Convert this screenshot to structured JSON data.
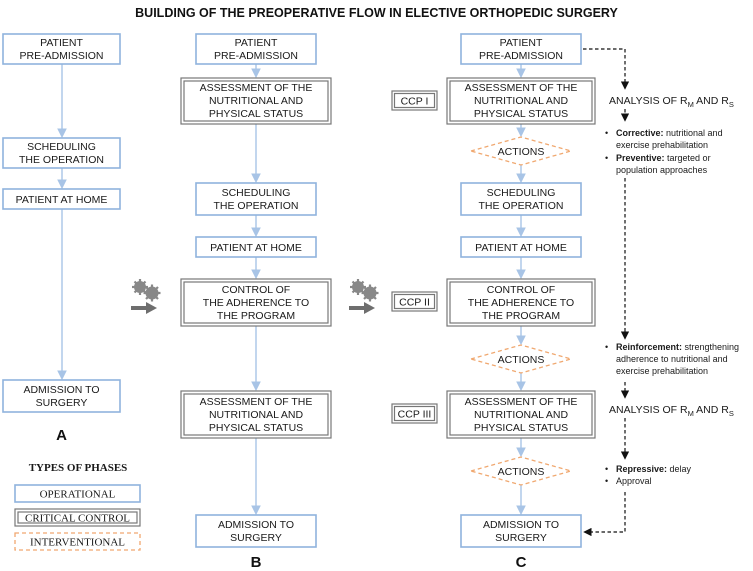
{
  "title": "BUILDING OF THE PREOPERATIVE FLOW IN ELECTIVE ORTHOPEDIC SURGERY",
  "columns": {
    "a": {
      "letter": "A",
      "boxes": {
        "pre_admission": [
          "PATIENT",
          "PRE-ADMISSION"
        ],
        "scheduling": [
          "SCHEDULING",
          "THE OPERATION"
        ],
        "at_home": "PATIENT AT HOME",
        "admission": [
          "ADMISSION TO",
          "SURGERY"
        ]
      }
    },
    "b": {
      "letter": "B",
      "boxes": {
        "pre_admission": [
          "PATIENT",
          "PRE-ADMISSION"
        ],
        "assessment1": [
          "ASSESSMENT OF THE",
          "NUTRITIONAL AND",
          "PHYSICAL STATUS"
        ],
        "scheduling": [
          "SCHEDULING",
          "THE OPERATION"
        ],
        "at_home": "PATIENT AT HOME",
        "control": [
          "CONTROL OF",
          "THE ADHERENCE TO",
          "THE PROGRAM"
        ],
        "assessment2": [
          "ASSESSMENT OF THE",
          "NUTRITIONAL AND",
          "PHYSICAL STATUS"
        ],
        "admission": [
          "ADMISSION TO",
          "SURGERY"
        ]
      }
    },
    "c": {
      "letter": "C",
      "boxes": {
        "pre_admission": [
          "PATIENT",
          "PRE-ADMISSION"
        ],
        "assessment1": [
          "ASSESSMENT OF THE",
          "NUTRITIONAL AND",
          "PHYSICAL STATUS"
        ],
        "actions1": "ACTIONS",
        "scheduling": [
          "SCHEDULING",
          "THE OPERATION"
        ],
        "at_home": "PATIENT AT HOME",
        "control": [
          "CONTROL OF",
          "THE ADHERENCE TO",
          "THE PROGRAM"
        ],
        "actions2": "ACTIONS",
        "assessment2": [
          "ASSESSMENT OF THE",
          "NUTRITIONAL AND",
          "PHYSICAL STATUS"
        ],
        "actions3": "ACTIONS",
        "admission": [
          "ADMISSION TO",
          "SURGERY"
        ]
      },
      "ccp": {
        "ccp1": "CCP I",
        "ccp2": "CCP II",
        "ccp3": "CCP III"
      }
    }
  },
  "side": {
    "analysis1": {
      "text": "ANALYSIS OF R",
      "sub1": "M",
      "and": " AND R",
      "sub2": "S"
    },
    "analysis2": {
      "text": "ANALYSIS OF R",
      "sub1": "M",
      "and": " AND R",
      "sub2": "S"
    },
    "notes1": [
      {
        "bold": "Corrective:",
        "text": " nutritional and"
      },
      {
        "bold": "",
        "text": "exercise prehabilitation"
      },
      {
        "bold": "Preventive:",
        "text": " targeted or"
      },
      {
        "bold": "",
        "text": "population approaches"
      }
    ],
    "notes2": [
      {
        "bold": "Reinforcement:",
        "text": " strengthening"
      },
      {
        "bold": "",
        "text": "adherence to nutritional and"
      },
      {
        "bold": "",
        "text": "exercise prehabilitation"
      }
    ],
    "notes3": [
      {
        "bold": "Repressive:",
        "text": " delay"
      },
      {
        "bold": "",
        "text": "Approval"
      }
    ],
    "bullet": "•"
  },
  "legend": {
    "title": "TYPES OF PHASES",
    "operational": "OPERATIONAL",
    "critical": "CRITICAL CONTROL",
    "interventional": "INTERVENTIONAL"
  },
  "colors": {
    "operational": "#8fb3dd",
    "critical": "#777777",
    "interventional": "#f0a870",
    "connector": "#a8c4e6",
    "arrow": "#6e6e6e"
  },
  "icons": [
    "gears-icon",
    "right-arrow-icon"
  ]
}
